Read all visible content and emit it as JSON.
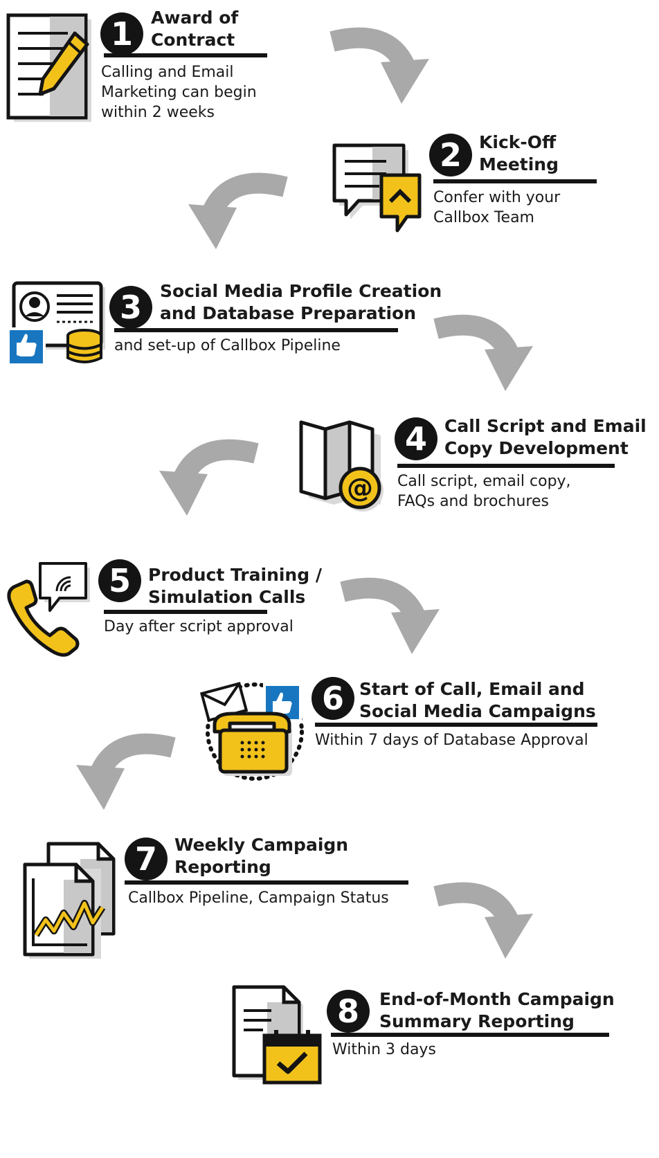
{
  "colors": {
    "accent": "#f2c21b",
    "ink": "#141414",
    "arrow": "#a9a9a9",
    "blue": "#1876c0",
    "shadow": "#d9d9d9",
    "panel": "#c8c8c8"
  },
  "steps": [
    {
      "number": "1",
      "title_lines": [
        "Award of",
        "Contract"
      ],
      "desc_lines": [
        "Calling and Email",
        "Marketing can begin",
        "within 2 weeks"
      ],
      "icon": "document-pencil-icon"
    },
    {
      "number": "2",
      "title_lines": [
        "Kick-Off",
        "Meeting"
      ],
      "desc_lines": [
        "Confer with your",
        "Callbox Team"
      ],
      "icon": "chat-bubbles-icon"
    },
    {
      "number": "3",
      "title_lines": [
        "Social Media Profile Creation",
        "and Database Preparation"
      ],
      "desc_lines": [
        "and set-up of Callbox Pipeline"
      ],
      "icon": "profile-database-icon"
    },
    {
      "number": "4",
      "title_lines": [
        "Call Script and Email",
        "Copy Development"
      ],
      "desc_lines": [
        "Call script, email copy,",
        "FAQs and brochures"
      ],
      "icon": "map-at-icon"
    },
    {
      "number": "5",
      "title_lines": [
        "Product Training /",
        "Simulation Calls"
      ],
      "desc_lines": [
        "Day after script approval"
      ],
      "icon": "phone-signal-icon"
    },
    {
      "number": "6",
      "title_lines": [
        "Start of Call, Email and",
        "Social Media Campaigns"
      ],
      "desc_lines": [
        "Within 7 days of Database Approval"
      ],
      "icon": "telephone-campaign-icon"
    },
    {
      "number": "7",
      "title_lines": [
        "Weekly Campaign",
        "Reporting"
      ],
      "desc_lines": [
        "Callbox Pipeline, Campaign Status"
      ],
      "icon": "report-chart-icon"
    },
    {
      "number": "8",
      "title_lines": [
        "End-of-Month Campaign",
        "Summary Reporting"
      ],
      "desc_lines": [
        "Within 3 days"
      ],
      "icon": "calendar-check-icon"
    }
  ]
}
